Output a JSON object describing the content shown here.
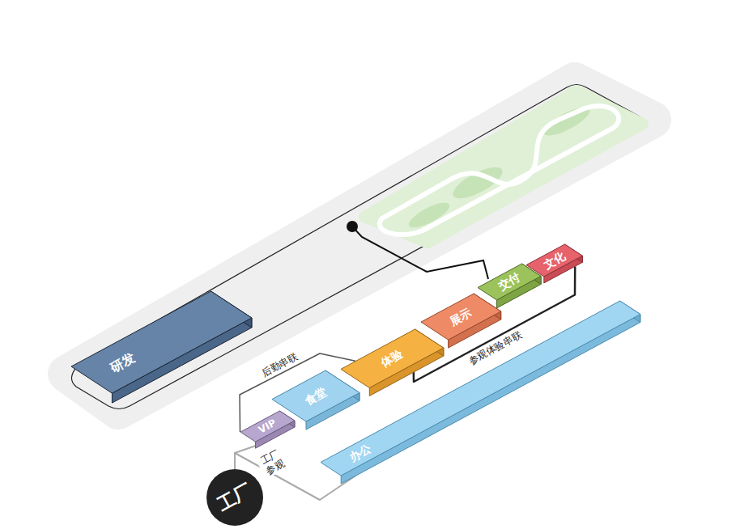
{
  "diagram": {
    "nodes": [
      {
        "text": [
          "研发"
        ]
      },
      {
        "text": [
          "文化"
        ]
      },
      {
        "text": [
          "交付"
        ]
      },
      {
        "text": [
          "展示"
        ]
      },
      {
        "text": [
          "体验"
        ]
      },
      {
        "text": [
          "食堂"
        ]
      },
      {
        "text": [
          "VIP"
        ]
      },
      {
        "text": [
          "办公"
        ]
      },
      {
        "text": [
          "工厂"
        ]
      }
    ],
    "edges": [
      {
        "from": 6,
        "to": 4,
        "arrow": "none",
        "label": "后勤串联"
      },
      {
        "from": 4,
        "to": 1,
        "arrow": "none",
        "label": "参观体验串联"
      },
      {
        "from": 8,
        "to": 6,
        "arrow": "none",
        "label": "工厂 参观"
      },
      {
        "from": 8,
        "to": 7,
        "arrow": "none"
      }
    ]
  }
}
